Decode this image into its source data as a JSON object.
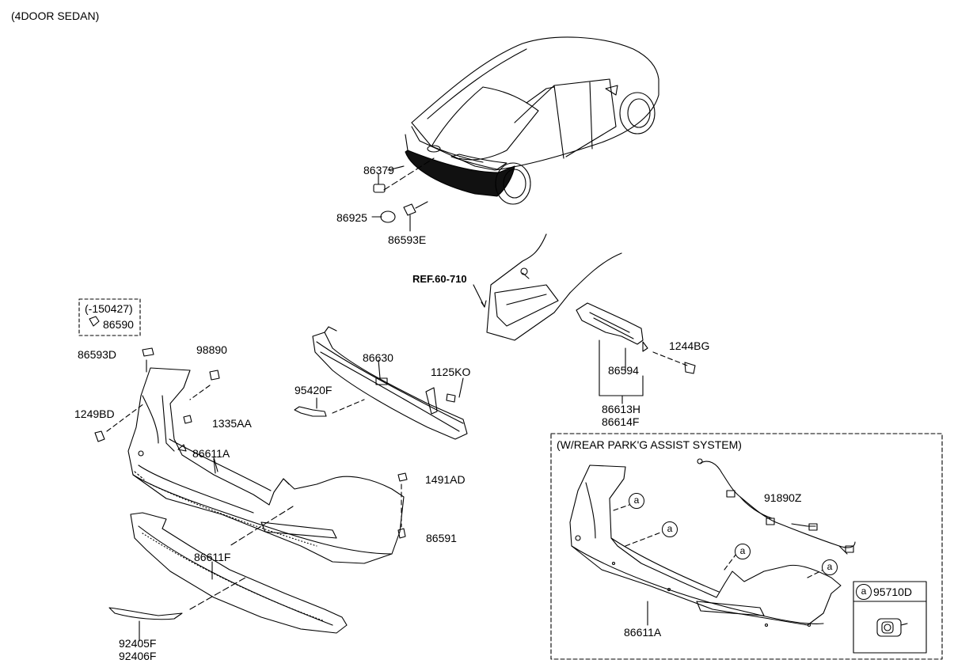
{
  "header": {
    "variant": "(4DOOR SEDAN)"
  },
  "parts": {
    "p86379": "86379",
    "p86925": "86925",
    "p86593E": "86593E",
    "ref": "REF.60-710",
    "p150427": "(-150427)",
    "p86590": "86590",
    "p86593D": "86593D",
    "p98890": "98890",
    "p86630": "86630",
    "p1125KO": "1125KO",
    "p1244BG": "1244BG",
    "p86594": "86594",
    "p95420F": "95420F",
    "p1249BD": "1249BD",
    "p1335AA": "1335AA",
    "p86613H": "86613H",
    "p86614F": "86614F",
    "p86611A": "86611A",
    "p1491AD": "1491AD",
    "p86591": "86591",
    "p86611F": "86611F",
    "p92405F": "92405F",
    "p92406F": "92406F"
  },
  "inset": {
    "title": "(W/REAR PARK'G ASSIST SYSTEM)",
    "p91890Z": "91890Z",
    "p86611A": "86611A",
    "marker": "a",
    "p95710D": "95710D"
  }
}
